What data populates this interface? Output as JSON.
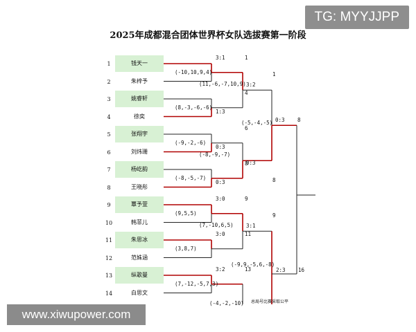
{
  "title": "2025年成都混合团体世界杯女队选拔赛第一阶段",
  "badge": "TG: MYYJJPP",
  "watermark": "www.xiwupower.com",
  "colors": {
    "winner_line": "#b00000",
    "line": "#222222",
    "winner_fill": "#d8f1d4"
  },
  "players": [
    {
      "seed": "1",
      "name": "钱天一"
    },
    {
      "seed": "2",
      "name": "朱梓予"
    },
    {
      "seed": "3",
      "name": "姚睿轩"
    },
    {
      "seed": "4",
      "name": "徐奕"
    },
    {
      "seed": "5",
      "name": "张翔宇"
    },
    {
      "seed": "6",
      "name": "刘炜珊"
    },
    {
      "seed": "7",
      "name": "杨屹韵"
    },
    {
      "seed": "8",
      "name": "王晓彤"
    },
    {
      "seed": "9",
      "name": "覃予萱"
    },
    {
      "seed": "10",
      "name": "韩菲儿"
    },
    {
      "seed": "11",
      "name": "朱思冰"
    },
    {
      "seed": "12",
      "name": "范姝涵"
    },
    {
      "seed": "13",
      "name": "纵歌曼"
    },
    {
      "seed": "14",
      "name": "白思文"
    }
  ],
  "round1": [
    {
      "games": "(-10,10,9,4)",
      "result": "3:1",
      "winner": "1"
    },
    {
      "games": "(8,-3,-6,-6)",
      "result": "1:3",
      "winner": "4"
    },
    {
      "games": "(-9,-2,-6)",
      "result": "0:3",
      "winner": "6"
    },
    {
      "games": "(-8,-5,-7)",
      "result": "0:3",
      "winner": "8"
    },
    {
      "games": "(9,5,5)",
      "result": "3:0",
      "winner": "9"
    },
    {
      "games": "(3,8,7)",
      "result": "3:0",
      "winner": "11"
    },
    {
      "games": "(7,-12,-5,7,3)",
      "result": "3:2",
      "winner": "13"
    }
  ],
  "round2": [
    {
      "games": "(11,-6,-7,10,9)",
      "result": "3:2",
      "winner": "1"
    },
    {
      "games": "(-8,-9,-7)",
      "result": "0:3",
      "winner": "8"
    },
    {
      "games": "(7,-10,6,5)",
      "result": "3:1",
      "winner": "9"
    },
    {
      "games": "(-4,-2,-10)"
    }
  ],
  "round3": [
    {
      "games": "(-5,-4,-5)",
      "result": "0:3",
      "winner": "8"
    },
    {
      "games": "(-9,9,-5,6,-8)",
      "result": "2:3",
      "winner": "16"
    }
  ],
  "bottom_note": "总局号比赛采取公平"
}
